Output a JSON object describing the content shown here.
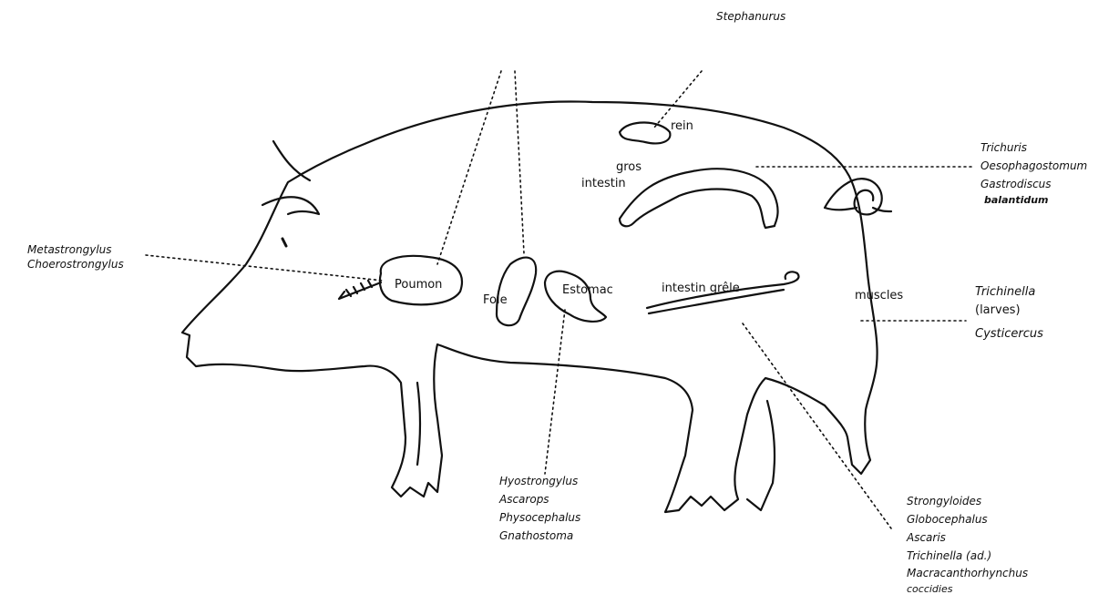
{
  "organs": {
    "rein": "rein",
    "gros_intestin_1": "gros",
    "gros_intestin_2": "intestin",
    "poumon": "Poumon",
    "foie": "Foie",
    "estomac": "Estomac",
    "intestin_grele": "intestin grêle",
    "muscles": "muscles"
  },
  "parasites": {
    "top": [
      "Stephanurus"
    ],
    "lung": [
      "Metastrongylus",
      "Choerostrongylus"
    ],
    "stomach": [
      "Hyostrongylus",
      "Ascarops",
      "Physocephalus",
      "Gnathostoma"
    ],
    "large_intestine": [
      "Trichuris",
      "Oesophagostomum",
      "Gastrodiscus",
      "balantidum"
    ],
    "muscles": [
      "Trichinella",
      "(larves)",
      "Cysticercus"
    ],
    "small_intestine": [
      "Strongyloides",
      "Globocephalus",
      "Ascaris",
      "Trichinella (ad.)",
      "Macracanthorhynchus",
      "coccidies"
    ]
  }
}
